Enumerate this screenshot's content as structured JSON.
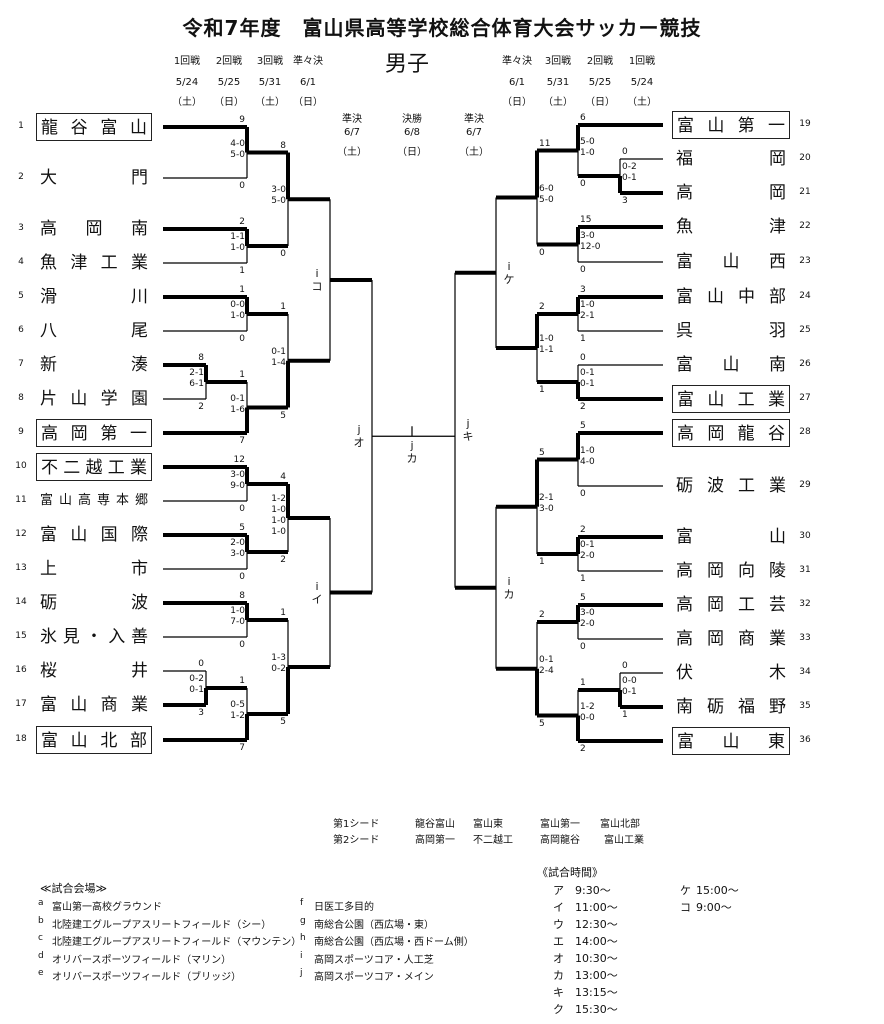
{
  "title": "令和7年度　富山県高等学校総合体育大会サッカー競技",
  "gender": "男子",
  "rounds_left": [
    {
      "name": "1回戦",
      "date": "5/24",
      "day": "（土）"
    },
    {
      "name": "2回戦",
      "date": "5/25",
      "day": "（日）"
    },
    {
      "name": "3回戦",
      "date": "5/31",
      "day": "（土）"
    },
    {
      "name": "準々決",
      "date": "6/1",
      "day": "（日）"
    }
  ],
  "rounds_right": [
    {
      "name": "準々決",
      "date": "6/1",
      "day": "（日）"
    },
    {
      "name": "3回戦",
      "date": "5/31",
      "day": "（土）"
    },
    {
      "name": "2回戦",
      "date": "5/25",
      "day": "（日）"
    },
    {
      "name": "1回戦",
      "date": "5/24",
      "day": "（土）"
    }
  ],
  "finals_header": [
    {
      "name": "準決",
      "date": "6/7",
      "day": "（土）"
    },
    {
      "name": "決勝",
      "date": "6/8",
      "day": "（日）"
    },
    {
      "name": "準決",
      "date": "6/7",
      "day": "（土）"
    }
  ],
  "teams_left": [
    {
      "no": "1",
      "name": "龍谷富山",
      "seeded": true
    },
    {
      "no": "2",
      "name": "大門",
      "seeded": false
    },
    {
      "no": "3",
      "name": "高岡南",
      "seeded": false
    },
    {
      "no": "4",
      "name": "魚津工業",
      "seeded": false
    },
    {
      "no": "5",
      "name": "滑川",
      "seeded": false
    },
    {
      "no": "6",
      "name": "八尾",
      "seeded": false
    },
    {
      "no": "7",
      "name": "新湊",
      "seeded": false
    },
    {
      "no": "8",
      "name": "片山学園",
      "seeded": false
    },
    {
      "no": "9",
      "name": "高岡第一",
      "seeded": true
    },
    {
      "no": "10",
      "name": "不二越工業",
      "seeded": true
    },
    {
      "no": "11",
      "name": "富山高専本郷",
      "seeded": false
    },
    {
      "no": "12",
      "name": "富山国際",
      "seeded": false
    },
    {
      "no": "13",
      "name": "上市",
      "seeded": false
    },
    {
      "no": "14",
      "name": "砺波",
      "seeded": false
    },
    {
      "no": "15",
      "name": "氷見・入善",
      "seeded": false
    },
    {
      "no": "16",
      "name": "桜井",
      "seeded": false
    },
    {
      "no": "17",
      "name": "富山商業",
      "seeded": false
    },
    {
      "no": "18",
      "name": "富山北部",
      "seeded": true
    }
  ],
  "teams_right": [
    {
      "no": "19",
      "name": "富山第一",
      "seeded": true
    },
    {
      "no": "20",
      "name": "福岡",
      "seeded": false
    },
    {
      "no": "21",
      "name": "高岡",
      "seeded": false
    },
    {
      "no": "22",
      "name": "魚津",
      "seeded": false
    },
    {
      "no": "23",
      "name": "富山西",
      "seeded": false
    },
    {
      "no": "24",
      "name": "富山中部",
      "seeded": false
    },
    {
      "no": "25",
      "name": "呉羽",
      "seeded": false
    },
    {
      "no": "26",
      "name": "富山南",
      "seeded": false
    },
    {
      "no": "27",
      "name": "富山工業",
      "seeded": true
    },
    {
      "no": "28",
      "name": "高岡龍谷",
      "seeded": true
    },
    {
      "no": "29",
      "name": "砺波工業",
      "seeded": false
    },
    {
      "no": "30",
      "name": "富山",
      "seeded": false
    },
    {
      "no": "31",
      "name": "高岡向陵",
      "seeded": false
    },
    {
      "no": "32",
      "name": "高岡工芸",
      "seeded": false
    },
    {
      "no": "33",
      "name": "高岡商業",
      "seeded": false
    },
    {
      "no": "34",
      "name": "伏木",
      "seeded": false
    },
    {
      "no": "35",
      "name": "南砺福野",
      "seeded": false
    },
    {
      "no": "36",
      "name": "富山東",
      "seeded": true
    }
  ],
  "matches": {
    "L_R1_a": {
      "top": "8",
      "sets": [
        "2-1",
        "6-1"
      ],
      "bottom": "2",
      "winner": "top"
    },
    "L_R1_b": {
      "top": "0",
      "sets": [
        "0-2",
        "0-1"
      ],
      "bottom": "3",
      "winner": "bottom"
    },
    "L_R2_1": {
      "top": "9",
      "sets": [
        "4-0",
        "5-0"
      ],
      "bottom": "0",
      "winner": "top"
    },
    "L_R2_2": {
      "top": "2",
      "sets": [
        "1-1",
        "1-0"
      ],
      "bottom": "1",
      "winner": "top"
    },
    "L_R2_3": {
      "top": "1",
      "sets": [
        "0-0",
        "1-0"
      ],
      "bottom": "0",
      "winner": "top"
    },
    "L_R2_4": {
      "top": "1",
      "sets": [
        "0-1",
        "1-6"
      ],
      "bottom": "7",
      "winner": "bottom"
    },
    "L_R2_5": {
      "top": "12",
      "sets": [
        "3-0",
        "9-0"
      ],
      "bottom": "0",
      "winner": "top"
    },
    "L_R2_6": {
      "top": "5",
      "sets": [
        "2-0",
        "3-0"
      ],
      "bottom": "0",
      "winner": "top"
    },
    "L_R2_7": {
      "top": "8",
      "sets": [
        "1-0",
        "7-0"
      ],
      "bottom": "0",
      "winner": "top"
    },
    "L_R2_8": {
      "top": "1",
      "sets": [
        "0-5",
        "1-2"
      ],
      "bottom": "7",
      "winner": "bottom"
    },
    "L_R3_1": {
      "top": "8",
      "sets": [
        "3-0",
        "5-0"
      ],
      "bottom": "0",
      "winner": "top"
    },
    "L_R3_2": {
      "top": "1",
      "sets": [
        "0-1",
        "1-4"
      ],
      "bottom": "5",
      "winner": "bottom"
    },
    "L_R3_3": {
      "top": "4",
      "sets": [
        "1-2",
        "1-0",
        "1-0",
        "1-0"
      ],
      "bottom": "2",
      "winner": "top"
    },
    "L_R3_4": {
      "top": "1",
      "sets": [
        "1-3",
        "0-2"
      ],
      "bottom": "5",
      "winner": "bottom"
    },
    "L_QF_1": {
      "label": [
        "i",
        "コ"
      ]
    },
    "L_QF_2": {
      "label": [
        "i",
        "イ"
      ]
    },
    "L_SF": {
      "label": [
        "j",
        "オ"
      ]
    },
    "FINAL": {
      "label": [
        "j",
        "カ"
      ]
    },
    "R_SF": {
      "label": [
        "j",
        "キ"
      ]
    },
    "R_QF_1": {
      "label": [
        "i",
        "ケ"
      ]
    },
    "R_QF_2": {
      "label": [
        "i",
        "カ"
      ]
    },
    "R_R1_a": {
      "top": "0",
      "sets": [
        "0-2",
        "0-1"
      ],
      "bottom": "3",
      "winner": "bottom"
    },
    "R_R1_b": {
      "top": "0",
      "sets": [
        "0-0",
        "0-1"
      ],
      "bottom": "1",
      "winner": "bottom"
    },
    "R_R2_1": {
      "top": "6",
      "sets": [
        "5-0",
        "1-0"
      ],
      "bottom": "0",
      "winner": "top"
    },
    "R_R2_2": {
      "top": "15",
      "sets": [
        "3-0",
        "12-0"
      ],
      "bottom": "0",
      "winner": "top"
    },
    "R_R2_3": {
      "top": "3",
      "sets": [
        "1-0",
        "2-1"
      ],
      "bottom": "1",
      "winner": "top"
    },
    "R_R2_4": {
      "top": "0",
      "sets": [
        "0-1",
        "0-1"
      ],
      "bottom": "2",
      "winner": "bottom"
    },
    "R_R2_5": {
      "top": "5",
      "sets": [
        "1-0",
        "4-0"
      ],
      "bottom": "0",
      "winner": "top"
    },
    "R_R2_6": {
      "top": "2",
      "sets": [
        "0-1",
        "2-0"
      ],
      "bottom": "1",
      "winner": "top"
    },
    "R_R2_7": {
      "top": "5",
      "sets": [
        "3-0",
        "2-0"
      ],
      "bottom": "0",
      "winner": "top"
    },
    "R_R2_8": {
      "top": "1",
      "sets": [
        "1-2",
        "0-0"
      ],
      "bottom": "2",
      "winner": "bottom"
    },
    "R_R3_1": {
      "top": "11",
      "sets": [
        "6-0",
        "5-0"
      ],
      "bottom": "0",
      "winner": "top"
    },
    "R_R3_2": {
      "top": "2",
      "sets": [
        "1-0",
        "1-1"
      ],
      "bottom": "1",
      "winner": "top"
    },
    "R_R3_3": {
      "top": "5",
      "sets": [
        "2-1",
        "3-0"
      ],
      "bottom": "1",
      "winner": "top"
    },
    "R_R3_4": {
      "top": "2",
      "sets": [
        "0-1",
        "2-4"
      ],
      "bottom": "5",
      "winner": "bottom"
    }
  },
  "seeds": [
    {
      "label": "第1シード",
      "teams": [
        "龍谷富山",
        "富山東",
        "富山第一",
        "富山北部"
      ]
    },
    {
      "label": "第2シード",
      "teams": [
        "高岡第一",
        "不二越工",
        "高岡龍谷",
        "富山工業"
      ]
    }
  ],
  "venues": {
    "heading": "≪試合会場≫",
    "items": [
      {
        "key": "a",
        "name": "富山第一高校グラウンド"
      },
      {
        "key": "b",
        "name": "北陸建工グループアスリートフィールド（シー）"
      },
      {
        "key": "c",
        "name": "北陸建工グループアスリートフィールド（マウンテン）"
      },
      {
        "key": "d",
        "name": "オリバースポーツフィールド（マリン）"
      },
      {
        "key": "e",
        "name": "オリバースポーツフィールド（ブリッジ）"
      },
      {
        "key": "f",
        "name": "日医工多目的"
      },
      {
        "key": "g",
        "name": "南総合公園（西広場・東）"
      },
      {
        "key": "h",
        "name": "南総合公園（西広場・西ドーム側）"
      },
      {
        "key": "i",
        "name": "高岡スポーツコア・人工芝"
      },
      {
        "key": "j",
        "name": "高岡スポーツコア・メイン"
      }
    ]
  },
  "times": {
    "heading": "《試合時間》",
    "items": [
      {
        "key": "ア",
        "time": "9:30～"
      },
      {
        "key": "イ",
        "time": "11:00～"
      },
      {
        "key": "ウ",
        "time": "12:30～"
      },
      {
        "key": "エ",
        "time": "14:00～"
      },
      {
        "key": "オ",
        "time": "10:30～"
      },
      {
        "key": "カ",
        "time": "13:00～"
      },
      {
        "key": "キ",
        "time": "13:15～"
      },
      {
        "key": "ク",
        "time": "15:30～"
      },
      {
        "key": "ケ",
        "time": "15:00～"
      },
      {
        "key": "コ",
        "time": "9:00～"
      }
    ]
  }
}
